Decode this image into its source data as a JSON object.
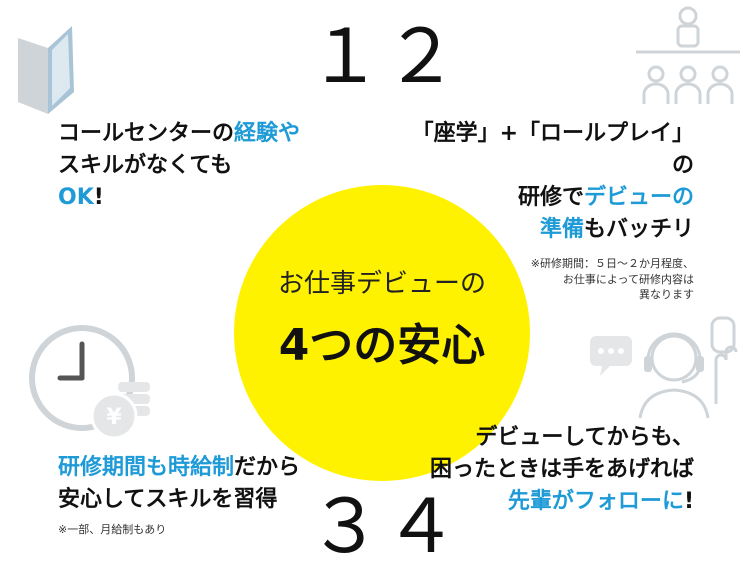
{
  "numbers": {
    "n1": "１",
    "n2": "２",
    "n3": "３",
    "n4": "４"
  },
  "center": {
    "sub": "お仕事デビューの",
    "main": "4つの安心"
  },
  "item1": {
    "t1": "コールセンターの",
    "h1": "経験や",
    "t2": "スキルがなくても",
    "h2": "OK",
    "t3": "!"
  },
  "item2": {
    "l1": "「座学」+「ロールプレイ」の",
    "l2a": "研修で",
    "l2b": "デビューの",
    "l3a": "準備",
    "l3b": "もバッチリ",
    "note1": "※研修期間：５日〜２か月程度、",
    "note2": "お仕事によって研修内容は",
    "note3": "異なります"
  },
  "item3": {
    "h1": "研修期間も時給制",
    "t1": "だから",
    "t2": "安心してスキルを習得",
    "note": "※一部、月給制もあり"
  },
  "item4": {
    "t1": "デビューしてからも、",
    "t2": "困ったときは手をあげれば",
    "h1": "先輩がフォロー",
    "t3": "に",
    "t4": "!"
  },
  "colors": {
    "accent": "#1e9bd7",
    "circle": "#fff200",
    "icon": "#cfd4d8"
  },
  "icons": [
    "book-icon",
    "seminar-icon",
    "clock-yen-icon",
    "operator-icon"
  ]
}
